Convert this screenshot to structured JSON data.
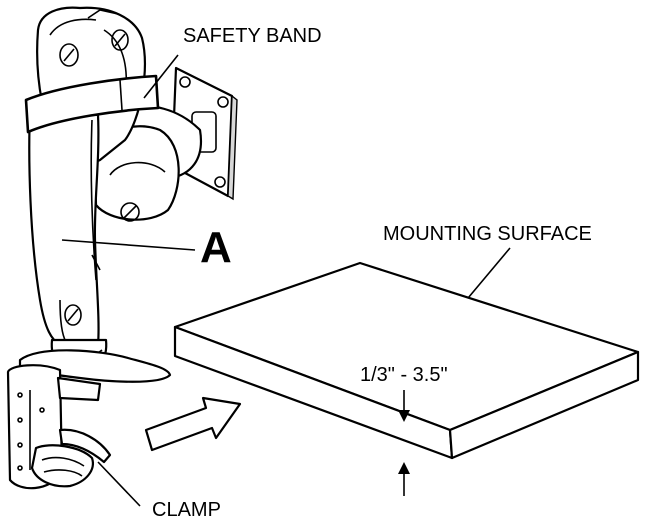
{
  "labels": {
    "safety_band": "SAFETY BAND",
    "mounting_surface": "MOUNTING SURFACE",
    "part_a": "A",
    "thickness_range": "1/3\" - 3.5\"",
    "clamp": "CLAMP"
  },
  "colors": {
    "line": "#000000",
    "fill": "#ffffff",
    "shade": "#d8d8d8"
  },
  "icons": [
    "direction-arrow-icon",
    "thickness-arrow-top-icon",
    "thickness-arrow-bottom-icon"
  ]
}
